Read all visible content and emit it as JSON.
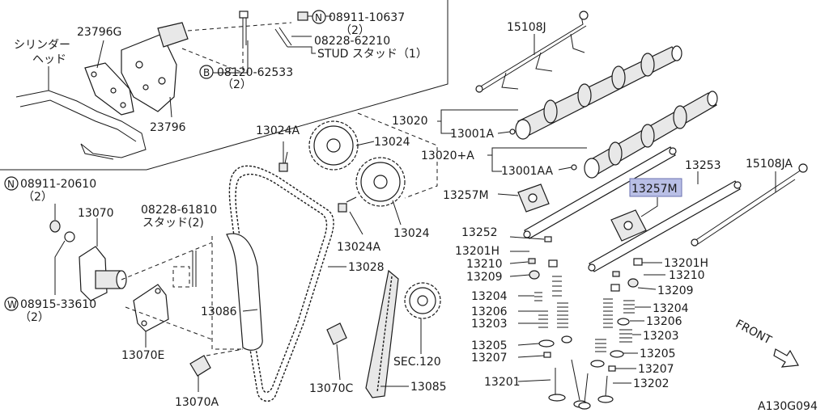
{
  "diagram": {
    "code": "A130G094",
    "front_label": "FRONT",
    "highlighted_part": "13257M",
    "labels": {
      "cyl_head_1": "シリンダー",
      "cyl_head_2": "ヘッド",
      "p23796G": "23796G",
      "p23796": "23796",
      "n08911_10637": "08911-10637",
      "n08911_10637_qty": "（2）",
      "n08228_62210": "08228-62210",
      "stud_1": "STUD スタッド（1）",
      "b08120_62533": "08120-62533",
      "b08120_62533_qty": "（2）",
      "p15108J": "15108J",
      "p13020": "13020",
      "p13001A": "13001A",
      "p13020A": "13020+A",
      "p13001AA": "13001AA",
      "p13253": "13253",
      "p15108JA": "15108JA",
      "p13024A_top": "13024A",
      "p13024_top": "13024",
      "p13024_bot": "13024",
      "p13024A_bot": "13024A",
      "n08911_20610": "08911-20610",
      "n08911_20610_qty": "（2）",
      "p13070": "13070",
      "n08228_61810": "08228-61810",
      "stud_2": "スタッド(2)",
      "p13028": "13028",
      "p13086": "13086",
      "w08915_33610": "08915-33610",
      "w08915_33610_qty": "（2）",
      "p13070E": "13070E",
      "p13070A": "13070A",
      "p13070C": "13070C",
      "p13085": "13085",
      "sec120": "SEC.120",
      "p13257M_left": "13257M",
      "p13257M_right": "13257M",
      "p13252": "13252",
      "p13201H_l": "13201H",
      "p13210_l": "13210",
      "p13209_l": "13209",
      "p13204_l": "13204",
      "p13206_l": "13206",
      "p13203_l": "13203",
      "p13205_l": "13205",
      "p13207_l": "13207",
      "p13201_l": "13201",
      "p13201H_r": "13201H",
      "p13210_r": "13210",
      "p13209_r": "13209",
      "p13204_r": "13204",
      "p13206_r": "13206",
      "p13203_r": "13203",
      "p13205_r": "13205",
      "p13207_r": "13207",
      "p13202_r": "13202",
      "sym_N": "N",
      "sym_B": "B",
      "sym_W": "W"
    }
  }
}
